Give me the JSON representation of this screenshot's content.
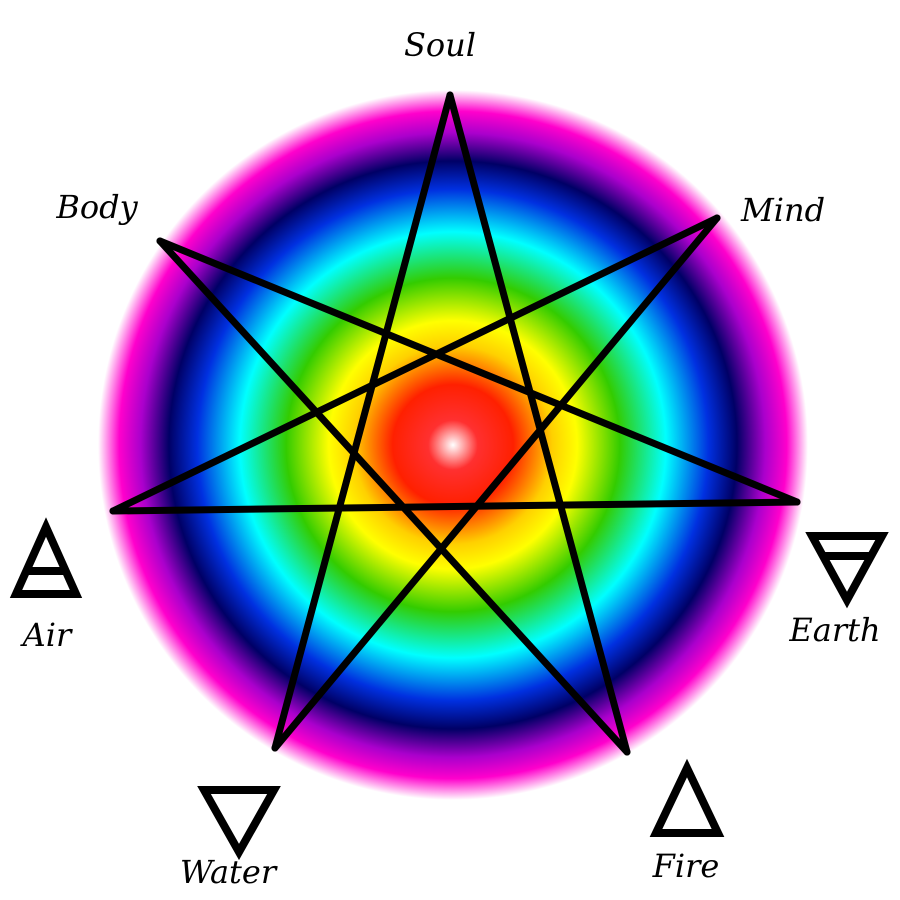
{
  "labels": {
    "soul": "Soul",
    "mind": "Mind",
    "body": "Body",
    "air": "Air",
    "earth": "Earth",
    "water": "Water",
    "fire": "Fire"
  },
  "colors": {
    "center": "#ffffff",
    "red": "#ff0000",
    "yellow": "#ffff00",
    "green": "#33cc00",
    "cyan": "#00ffff",
    "blue": "#0000cc",
    "navy": "#000066",
    "magenta": "#ff00cc",
    "lines": "#000000"
  }
}
